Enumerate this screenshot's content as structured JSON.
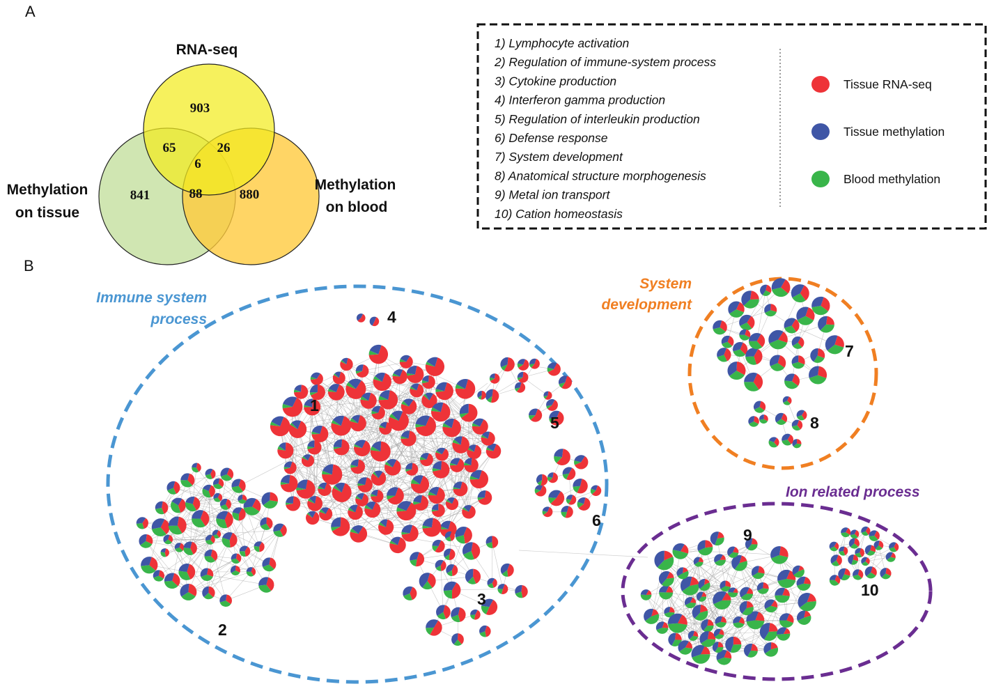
{
  "panels": {
    "a_label": "A",
    "b_label": "B"
  },
  "venn": {
    "sets": [
      {
        "name": "RNA-seq",
        "color": "#f2ec1e"
      },
      {
        "name": "Methylation on tissue",
        "label_lines": [
          "Methylation",
          "on tissue"
        ],
        "color": "#c8e2a4"
      },
      {
        "name": "Methylation on blood",
        "label_lines": [
          "Methylation",
          "on blood"
        ],
        "color": "#ffd24f"
      }
    ],
    "regions": {
      "rna_only": "903",
      "rna_tissue": "65",
      "rna_blood": "26",
      "all_three": "6",
      "tissue_only": "841",
      "tissue_blood": "88",
      "blood_only": "880"
    }
  },
  "legend": {
    "terms": [
      "1) Lymphocyte activation",
      "2) Regulation of immune-system process",
      "3) Cytokine production",
      "4) Interferon gamma production",
      "5) Regulation of interleukin production",
      "6) Defense response",
      "7) System development",
      "8) Anatomical structure  morphogenesis",
      "9) Metal ion transport",
      "10) Cation homeostasis"
    ],
    "keys": [
      {
        "label": "Tissue RNA-seq",
        "color": "#ee3338"
      },
      {
        "label": "Tissue methylation",
        "color": "#3f56a6"
      },
      {
        "label": "Blood methylation",
        "color": "#39b54a"
      }
    ]
  },
  "groups": [
    {
      "id": "immune",
      "title_lines": [
        "Immune system",
        "process"
      ],
      "color": "#4a96d2"
    },
    {
      "id": "development",
      "title_lines": [
        "System",
        "development"
      ],
      "color": "#f07f22"
    },
    {
      "id": "ion",
      "title_lines": [
        "Ion related process"
      ],
      "color": "#6a2d91"
    }
  ],
  "clusters": [
    {
      "label": "1",
      "group": "immune",
      "nodes": 90,
      "mix": {
        "red": 0.72,
        "blue": 0.22,
        "green": 0.06
      }
    },
    {
      "label": "2",
      "group": "immune",
      "nodes": 48,
      "mix": {
        "red": 0.34,
        "blue": 0.33,
        "green": 0.33
      }
    },
    {
      "label": "3",
      "group": "immune",
      "nodes": 24,
      "mix": {
        "red": 0.45,
        "blue": 0.35,
        "green": 0.2
      }
    },
    {
      "label": "4",
      "group": "immune",
      "nodes": 2,
      "mix": {
        "red": 0.5,
        "blue": 0.5,
        "green": 0
      }
    },
    {
      "label": "5",
      "group": "immune",
      "nodes": 14,
      "mix": {
        "red": 0.6,
        "blue": 0.3,
        "green": 0.1
      }
    },
    {
      "label": "6",
      "group": "immune",
      "nodes": 13,
      "mix": {
        "red": 0.55,
        "blue": 0.3,
        "green": 0.15
      }
    },
    {
      "label": "7",
      "group": "development",
      "nodes": 28,
      "mix": {
        "red": 0.3,
        "blue": 0.36,
        "green": 0.34
      }
    },
    {
      "label": "8",
      "group": "development",
      "nodes": 10,
      "mix": {
        "red": 0.3,
        "blue": 0.36,
        "green": 0.34
      }
    },
    {
      "label": "9",
      "group": "ion",
      "nodes": 55,
      "mix": {
        "red": 0.2,
        "blue": 0.38,
        "green": 0.42
      }
    },
    {
      "label": "10",
      "group": "ion",
      "nodes": 20,
      "mix": {
        "red": 0.3,
        "blue": 0.38,
        "green": 0.32
      }
    }
  ]
}
